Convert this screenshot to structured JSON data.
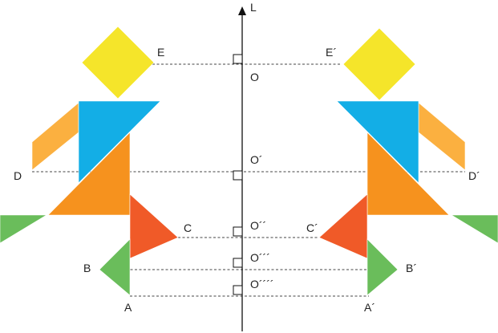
{
  "axis": {
    "label": "L"
  },
  "points": {
    "E": "E",
    "E_prime": "E´",
    "D": "D",
    "D_prime": "D´",
    "C": "C",
    "C_prime": "C´",
    "B": "B",
    "B_prime": "B´",
    "A": "A",
    "A_prime": "A´"
  },
  "centers": {
    "O1": "O",
    "O2": "O´",
    "O3": "O´´",
    "O4": "O´´´",
    "O5": "O´´´´"
  },
  "colors": {
    "yellow": "#f5e52a",
    "blue": "#13aee6",
    "orange": "#f6921e",
    "light_orange": "#fbb040",
    "red": "#f05a28",
    "green": "#6abd5b"
  }
}
